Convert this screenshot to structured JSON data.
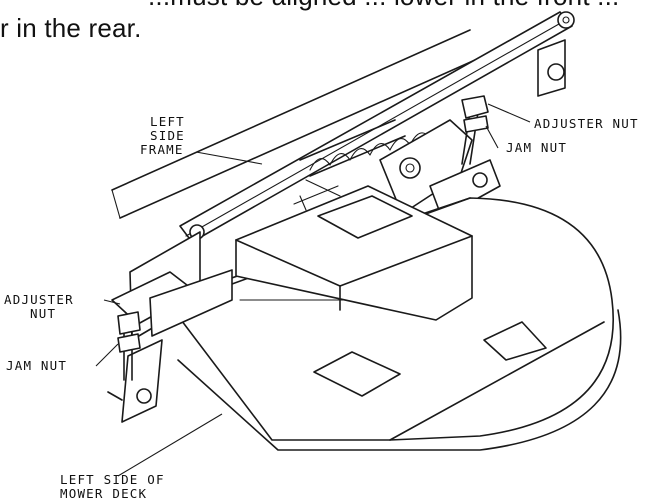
{
  "intro_text": {
    "line1": "...must be aligned ... lower in the front ...",
    "line2": "r in the rear."
  },
  "callouts": {
    "left_side_frame": [
      "LEFT",
      "SIDE",
      "FRAME"
    ],
    "adjuster_nut_right": "ADJUSTER NUT",
    "jam_nut_right": "JAM NUT",
    "adjuster_nut_left": [
      "ADJUSTER",
      "NUT"
    ],
    "jam_nut_left": "JAM NUT",
    "left_side_mower_deck": [
      "LEFT SIDE OF",
      "MOWER DECK"
    ]
  }
}
